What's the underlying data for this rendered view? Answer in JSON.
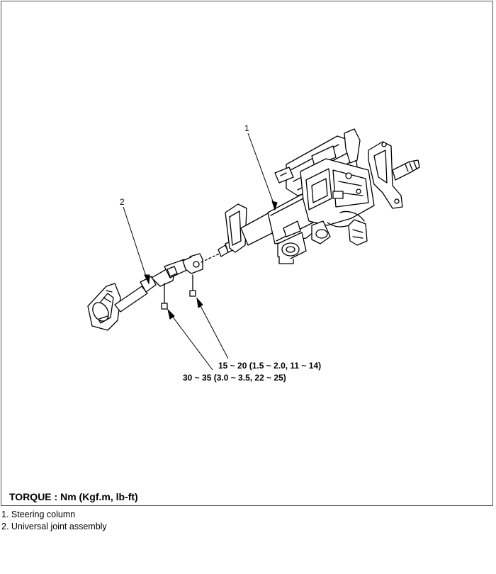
{
  "callouts": {
    "steering_column": "1",
    "universal_joint": "2"
  },
  "torque": {
    "bolt_upper": "15 ~ 20 (1.5 ~ 2.0, 11 ~ 14)",
    "bolt_lower": "30 ~ 35 (3.0 ~ 3.5, 22 ~ 25)",
    "units": "TORQUE : Nm (Kgf.m, lb-ft)"
  },
  "legend": [
    {
      "text": "1. Steering column"
    },
    {
      "text": "2. Universal joint assembly"
    }
  ]
}
